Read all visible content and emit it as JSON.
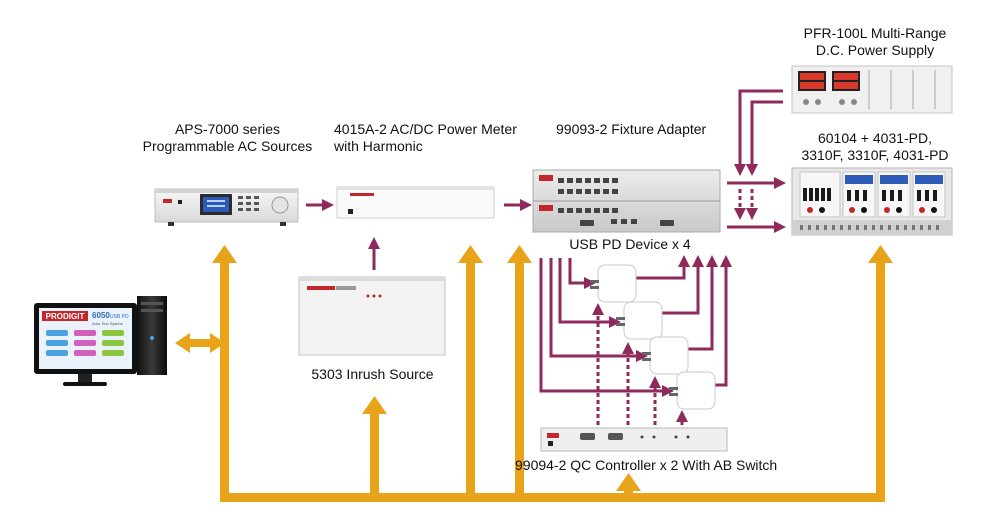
{
  "labels": {
    "aps_line1": "APS-7000 series",
    "aps_line2": "Programmable AC Sources",
    "meter_line1": "4015A-2 AC/DC Power Meter",
    "meter_line2": "with Harmonic",
    "fixture": "99093-2 Fixture Adapter",
    "pfr_line1": "PFR-100L Multi-Range",
    "pfr_line2": "D.C. Power Supply",
    "load_line1": "60104 + 4031-PD,",
    "load_line2": "3310F, 3310F, 4031-PD",
    "usb_pd": "USB PD Device x 4",
    "inrush": "5303 Inrush Source",
    "qc": "99094-2 QC Controller x 2 With AB Switch"
  },
  "screen": {
    "brand": "PRODIGIT",
    "model": "6050",
    "suffix": "USB PD",
    "subtitle": "Auto Test System"
  },
  "colors": {
    "signal": "#8e2a5c",
    "bus": "#e8a318",
    "panel_red": "#c0282d"
  }
}
